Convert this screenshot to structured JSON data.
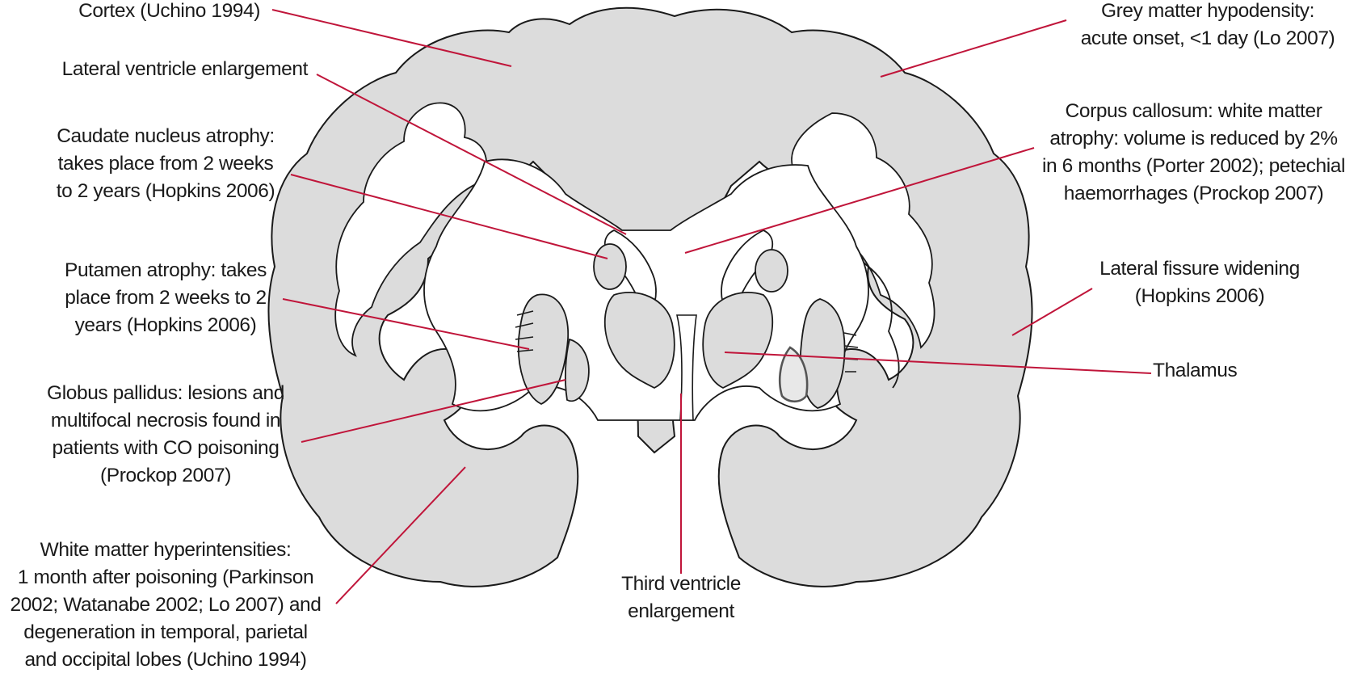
{
  "colors": {
    "leader_line": "#c0153a",
    "tissue_fill": "#dcdcdc",
    "outline": "#1a1a1a",
    "background": "#ffffff"
  },
  "labels": {
    "cortex": [
      "Cortex (Uchino 1994)"
    ],
    "lateral_ventricle": [
      "Lateral ventricle enlargement"
    ],
    "caudate": [
      "Caudate nucleus atrophy:",
      "takes place from 2 weeks",
      "to 2 years (Hopkins 2006)"
    ],
    "putamen": [
      "Putamen atrophy: takes",
      "place from 2 weeks to 2",
      "years (Hopkins 2006)"
    ],
    "globus_pallidus": [
      "Globus pallidus: lesions and",
      "multifocal necrosis found in",
      "patients with CO poisoning",
      "(Prockop 2007)"
    ],
    "white_matter": [
      "White matter hyperintensities:",
      "1 month after poisoning (Parkinson",
      "2002; Watanabe 2002; Lo 2007) and",
      "degeneration in temporal, parietal",
      "and occipital lobes (Uchino 1994)"
    ],
    "grey_matter": [
      "Grey matter hypodensity:",
      "acute onset, <1 day (Lo 2007)"
    ],
    "corpus_callosum": [
      "Corpus callosum: white matter",
      "atrophy: volume is reduced by 2%",
      "in 6 months (Porter 2002); petechial",
      "haemorrhages (Prockop 2007)"
    ],
    "lateral_fissure": [
      "Lateral fissure widening",
      "(Hopkins 2006)"
    ],
    "thalamus": [
      "Thalamus"
    ],
    "third_ventricle": [
      "Third ventricle",
      "enlargement"
    ]
  }
}
